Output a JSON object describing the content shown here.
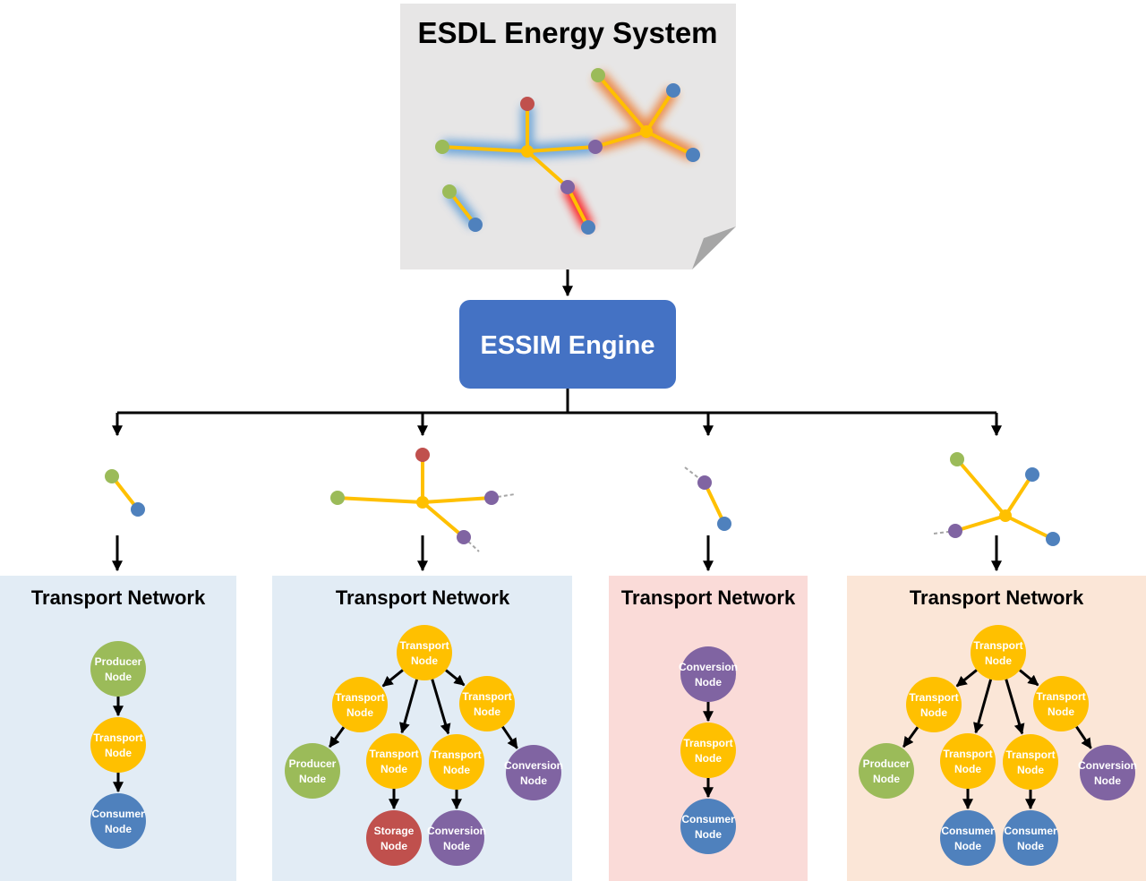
{
  "esdl": {
    "title": "ESDL Energy System"
  },
  "engine": {
    "label": "ESSIM Engine"
  },
  "networks": [
    {
      "title": "Transport Network",
      "nodes": [
        {
          "type": "producer",
          "line1": "Producer",
          "line2": "Node"
        },
        {
          "type": "transport",
          "line1": "Transport",
          "line2": "Node"
        },
        {
          "type": "consumer",
          "line1": "Consumer",
          "line2": "Node"
        }
      ]
    },
    {
      "title": "Transport Network",
      "nodes": [
        {
          "type": "transport",
          "line1": "Transport",
          "line2": "Node"
        },
        {
          "type": "transport",
          "line1": "Transport",
          "line2": "Node"
        },
        {
          "type": "transport",
          "line1": "Transport",
          "line2": "Node"
        },
        {
          "type": "producer",
          "line1": "Producer",
          "line2": "Node"
        },
        {
          "type": "transport",
          "line1": "Transport",
          "line2": "Node"
        },
        {
          "type": "transport",
          "line1": "Transport",
          "line2": "Node"
        },
        {
          "type": "conversion",
          "line1": "Conversion",
          "line2": "Node"
        },
        {
          "type": "storage",
          "line1": "Storage",
          "line2": "Node"
        },
        {
          "type": "conversion",
          "line1": "Conversion",
          "line2": "Node"
        }
      ]
    },
    {
      "title": "Transport Network",
      "nodes": [
        {
          "type": "conversion",
          "line1": "Conversion",
          "line2": "Node"
        },
        {
          "type": "transport",
          "line1": "Transport",
          "line2": "Node"
        },
        {
          "type": "consumer",
          "line1": "Consumer",
          "line2": "Node"
        }
      ]
    },
    {
      "title": "Transport Network",
      "nodes": [
        {
          "type": "transport",
          "line1": "Transport",
          "line2": "Node"
        },
        {
          "type": "transport",
          "line1": "Transport",
          "line2": "Node"
        },
        {
          "type": "transport",
          "line1": "Transport",
          "line2": "Node"
        },
        {
          "type": "producer",
          "line1": "Producer",
          "line2": "Node"
        },
        {
          "type": "transport",
          "line1": "Transport",
          "line2": "Node"
        },
        {
          "type": "transport",
          "line1": "Transport",
          "line2": "Node"
        },
        {
          "type": "conversion",
          "line1": "Conversion",
          "line2": "Node"
        },
        {
          "type": "consumer",
          "line1": "Consumer",
          "line2": "Node"
        },
        {
          "type": "consumer",
          "line1": "Consumer",
          "line2": "Node"
        }
      ]
    }
  ],
  "colors": {
    "producer": "#9bbb59",
    "transport": "#ffc000",
    "consumer": "#4f81bd",
    "conversion": "#8064a2",
    "storage": "#c0504d",
    "engine": "#4472c4",
    "document": "#e7e6e6",
    "panel_blue": "#e2ecf5",
    "panel_red": "#fadbd8",
    "panel_orange": "#fbe6d7"
  }
}
